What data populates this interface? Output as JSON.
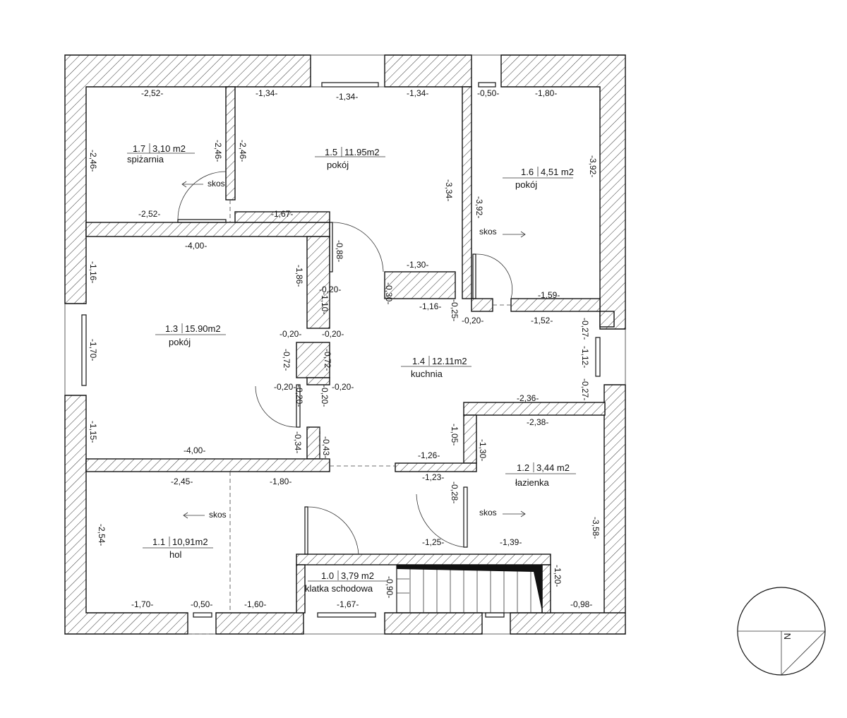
{
  "rooms": [
    {
      "num": "1.7",
      "area": "3,10  m2",
      "name": "spiżarnia"
    },
    {
      "num": "1.5",
      "area": "11.95m2",
      "name": "pokój"
    },
    {
      "num": "1.6",
      "area": "4,51  m2",
      "name": "pokój"
    },
    {
      "num": "1.3",
      "area": "15.90m2",
      "name": "pokój"
    },
    {
      "num": "1.4",
      "area": "12.11m2",
      "name": "kuchnia"
    },
    {
      "num": "1.2",
      "area": "3,44  m2",
      "name": "łazienka"
    },
    {
      "num": "1.1",
      "area": "10,91m2",
      "name": "hol"
    },
    {
      "num": "1.0",
      "area": "3,79  m2",
      "name": "klatka schodowa"
    }
  ],
  "slope_label": "skos",
  "compass": {
    "letter": "N"
  },
  "dimensions": [
    "-2,52-",
    "-2,46-",
    "-2,46-",
    "-2,52-",
    "-2,46-",
    "-1,34-",
    "-1,34-",
    "-1,34-",
    "-3,34-",
    "-1,67-",
    "-1,30-",
    "-0,50-",
    "-1,80-",
    "-3,92-",
    "-3,92-",
    "-1,59-",
    "-4,00-",
    "-1,16-",
    "-1,86-",
    "-1,70-",
    "-0,20-",
    "-0,72-",
    "-0,20-",
    "-0,20-",
    "-1,15-",
    "-4,00-",
    "-0,34-",
    "-0,88-",
    "-0,20-",
    "-1,10-",
    "-0,30-",
    "-1,16-",
    "-0,25-",
    "-0,20-",
    "-1,52-",
    "-0,27-",
    "-1,12-",
    "-0,27-",
    "-0,20-",
    "-0,72-",
    "-0,20-",
    "-0,20-",
    "-0,43-",
    "-2,36-",
    "-1,05-",
    "-1,26-",
    "-2,38-",
    "-1,30-",
    "-1,23-",
    "-0,28-",
    "-3,58-",
    "-1,25-",
    "-1,39-",
    "-1,20-",
    "-0,98-",
    "-2,45-",
    "-1,80-",
    "-2,54-",
    "-1,70-",
    "-0,50-",
    "-1,60-",
    "-1,67-",
    "-0,90-"
  ]
}
